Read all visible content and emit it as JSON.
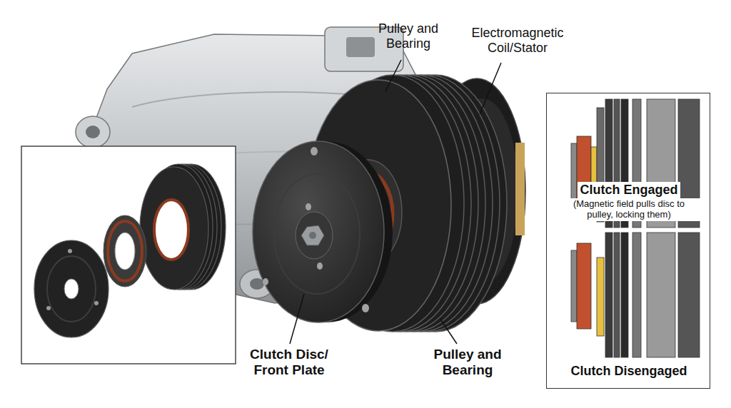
{
  "diagram": {
    "nodes": [
      {
        "text": [
          "Clutch Engaged",
          "(Magnetic field pulls disc to pulley, locking them)",
          "Clutch Disengaged"
        ]
      }
    ],
    "labels": [
      "Pulley and Bearing",
      "Electromagnetic Coil/Stator",
      "Clutch Disc/ Front Plate",
      "Pulley and Bearing"
    ]
  }
}
